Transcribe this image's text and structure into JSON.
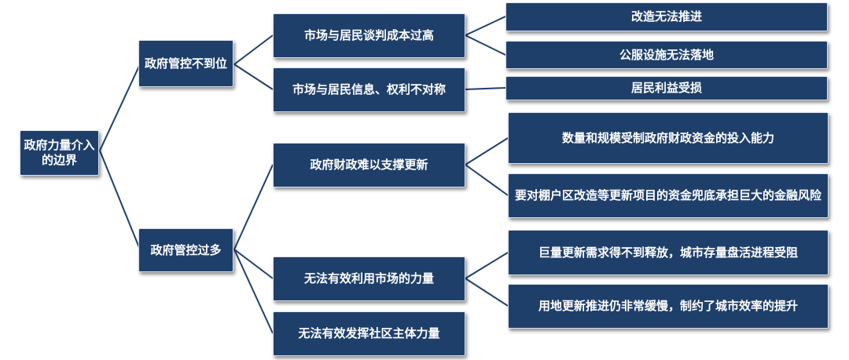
{
  "root": "政府力量介入的边界",
  "branches": [
    {
      "label": "政府管控不到位",
      "children": [
        {
          "label": "市场与居民谈判成本过高",
          "leaves": [
            "改造无法推进",
            "公服设施无法落地"
          ]
        },
        {
          "label": "市场与居民信息、权利不对称",
          "leaves": [
            "居民利益受损"
          ]
        }
      ]
    },
    {
      "label": "政府管控过多",
      "children": [
        {
          "label": "政府财政难以支撑更新",
          "leaves": [
            "数量和规模受制政府财政资金的投入能力",
            "要对棚户区改造等更新项目的资金兜底承担巨大的金融风险"
          ]
        },
        {
          "label": "无法有效利用市场的力量",
          "leaves": [
            "巨量更新需求得不到释放，城市存量盘活进程受阻",
            "用地更新推进仍非常缓慢，制约了城市效率的提升"
          ]
        },
        {
          "label": "无法有效发挥社区主体力量",
          "leaves": []
        }
      ]
    }
  ],
  "colors": {
    "box_fill": "#1f3f6b",
    "box_text": "#ffffff",
    "connector": "#1f3f6b"
  }
}
